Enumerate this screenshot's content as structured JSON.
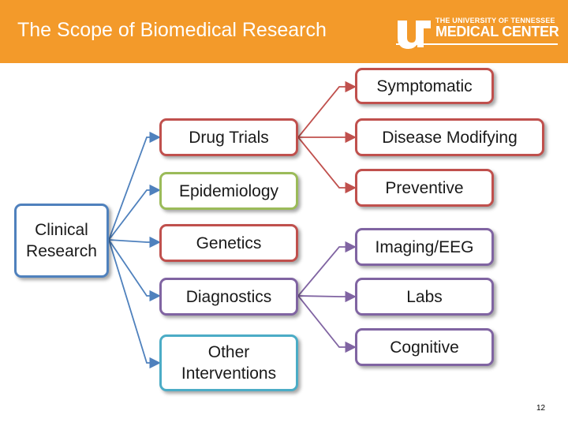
{
  "slide": {
    "title": "The Scope of Biomedical Research",
    "logo_line1": "THE UNIVERSITY OF TENNESSEE",
    "logo_line2": "MEDICAL CENTER",
    "page_number": "12"
  },
  "nodes": {
    "clinical_research": "Clinical\nResearch",
    "drug_trials": "Drug Trials",
    "epidemiology": "Epidemiology",
    "genetics": "Genetics",
    "diagnostics": "Diagnostics",
    "other_interventions": "Other\nInterventions",
    "symptomatic": "Symptomatic",
    "disease_modifying": "Disease Modifying",
    "preventive": "Preventive",
    "imaging_eeg": "Imaging/EEG",
    "labs": "Labs",
    "cognitive": "Cognitive"
  },
  "colors": {
    "header": "#f39a2a",
    "blue": "#4f81bd",
    "red": "#c0504d",
    "green": "#9bbb59",
    "purple": "#8064a2",
    "cyan": "#4bacc6"
  }
}
